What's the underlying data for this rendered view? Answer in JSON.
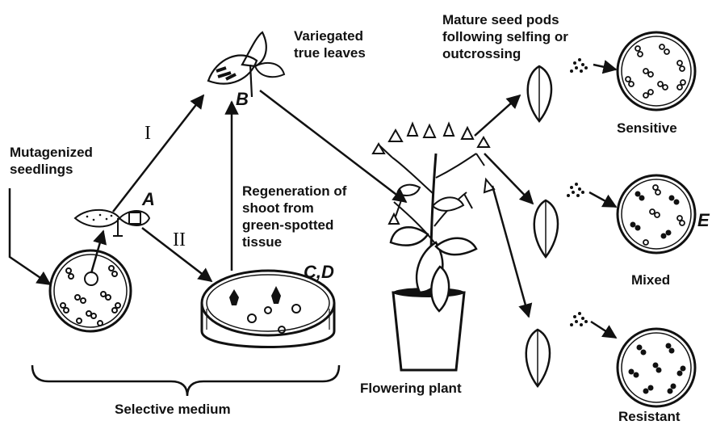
{
  "labels": {
    "mutagenized": "Mutagenized seedlings",
    "variegated": "Variegated true leaves",
    "regeneration": "Regeneration of shoot from green-spotted tissue",
    "mature_pods": "Mature seed pods following selfing or outcrossing",
    "sensitive": "Sensitive",
    "mixed": "Mixed",
    "resistant": "Resistant",
    "flowering_plant": "Flowering plant",
    "selective_medium": "Selective medium"
  },
  "panel_letters": {
    "a": "A",
    "b": "B",
    "cd": "C,D",
    "e": "E"
  },
  "pathways": {
    "one": "I",
    "two": "II"
  },
  "colors": {
    "ink": "#111111",
    "background": "#ffffff"
  }
}
